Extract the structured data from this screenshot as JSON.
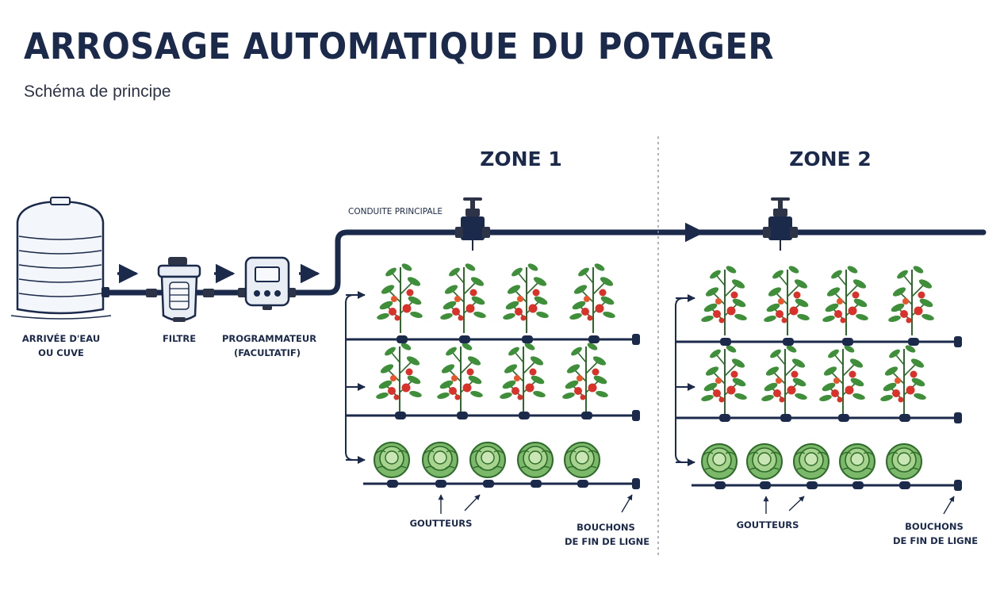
{
  "title": "ARROSAGE AUTOMATIQUE DU POTAGER",
  "subtitle": "Schéma de principe",
  "source": {
    "line1": "ARRIVÉE D'EAU",
    "line2": "OU CUVE"
  },
  "filter_label": "FILTRE",
  "programmer": {
    "line1": "PROGRAMMATEUR",
    "line2": "(FACULTATIF)"
  },
  "main_pipe_label": "CONDUITE PRINCIPALE",
  "zones": [
    {
      "title": "ZONE 1",
      "drippers_label": "GOUTTEURS",
      "end_caps": {
        "line1": "BOUCHONS",
        "line2": "DE FIN DE LIGNE"
      },
      "rows": [
        "tomato",
        "tomato",
        "lettuce"
      ]
    },
    {
      "title": "ZONE 2",
      "drippers_label": "GOUTTEURS",
      "end_caps": {
        "line1": "BOUCHONS",
        "line2": "DE FIN DE LIGNE"
      },
      "rows": [
        "tomato",
        "tomato",
        "lettuce"
      ]
    }
  ],
  "colors": {
    "pipe": "#1b2a4a",
    "tomato_fruit": "#d9322a",
    "leaf": "#3f8f3a",
    "lettuce": "#7cb86a",
    "tank": "#f3f6fa"
  },
  "icons": [
    "water-tank-icon",
    "filter-icon",
    "timer-icon",
    "valve-icon",
    "tomato-plant-icon",
    "lettuce-icon",
    "end-cap-icon",
    "dripper-icon"
  ]
}
